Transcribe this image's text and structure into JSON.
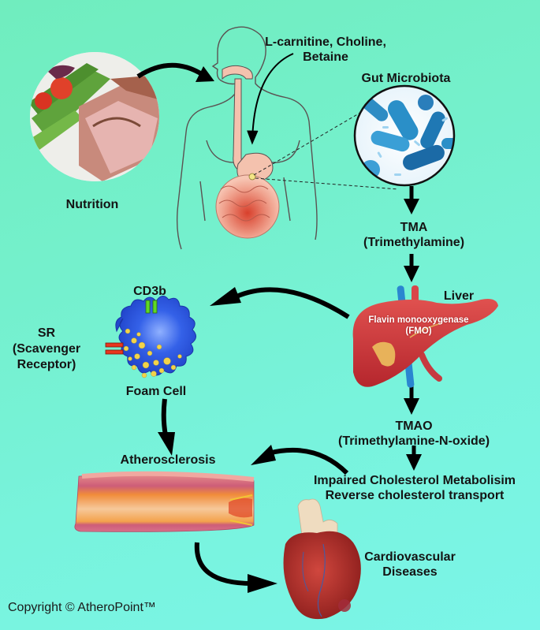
{
  "title": "Gut microbiota TMAO pathway to cardiovascular disease",
  "labels": {
    "nutrition": "Nutrition",
    "nutrients": [
      "L-carnitine, Choline,",
      "Betaine"
    ],
    "gut_microbiota": "Gut Microbiota",
    "tma": [
      "TMA",
      "(Trimethylamine)"
    ],
    "liver": "Liver",
    "fmo": [
      "Flavin monooxygenase",
      "(FMO)"
    ],
    "tmao": [
      "TMAO",
      "(Trimethylamine-N-oxide)"
    ],
    "impaired": [
      "Impaired Cholesterol Metabolisim",
      "Reverse cholesterol transport"
    ],
    "cd3b": "CD3b",
    "sr": [
      "SR",
      "(Scavenger",
      "Receptor)"
    ],
    "foam_cell": "Foam Cell",
    "atherosclerosis": "Atherosclerosis",
    "cvd": [
      "Cardiovascular",
      "Diseases"
    ]
  },
  "copyright": "Copyright © AtheroPoint™",
  "colors": {
    "background_top": "#70EDBE",
    "background_bottom": "#7BF5E8",
    "arrow": "#000000",
    "liver": "#C8343A",
    "foam_cell": "#2C50E0",
    "lipid_droplet": "#F2D34A",
    "cd3b_receptor": "#5FD824",
    "scavenger_receptor": "#E8361E",
    "bacteria": "#2A8FC8",
    "heart": "#B8302C"
  }
}
